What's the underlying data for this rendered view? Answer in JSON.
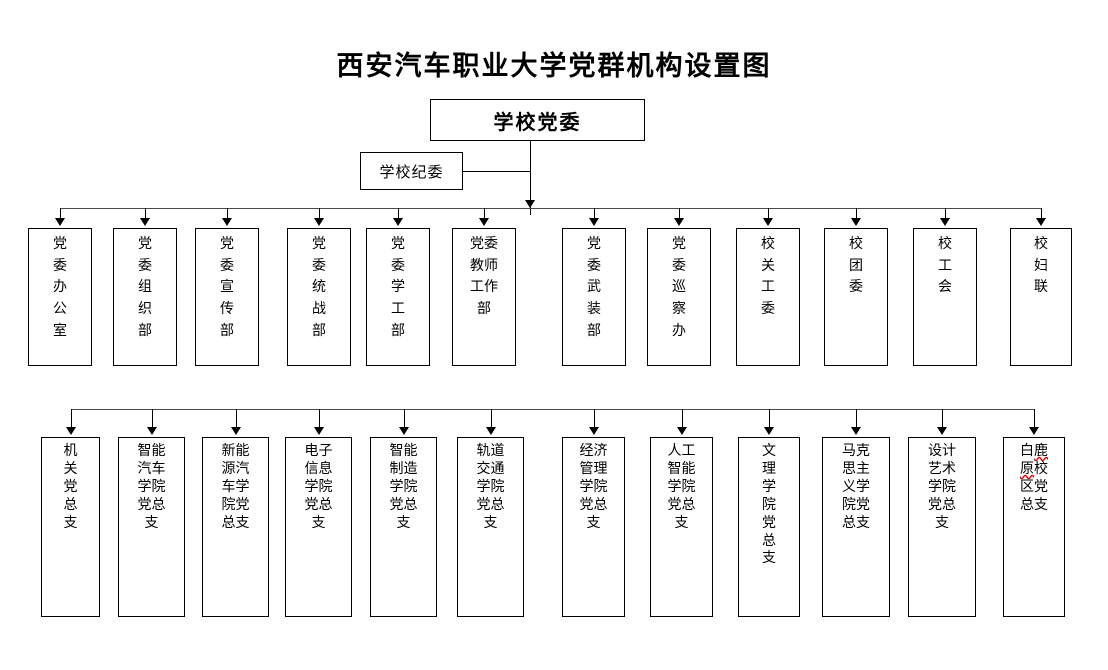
{
  "title": "西安汽车职业大学党群机构设置图",
  "root": {
    "label": "学校党委"
  },
  "aside": {
    "label": "学校纪委"
  },
  "colors": {
    "box_border": "#000000",
    "connector": "#4a4a4a",
    "text": "#000000",
    "spellcheck_underline": "#e00000"
  },
  "row2": {
    "items": [
      {
        "label": "党委办公室",
        "chars_per_line": 1
      },
      {
        "label": "党委组织部",
        "chars_per_line": 1
      },
      {
        "label": "党委宣传部",
        "chars_per_line": 1
      },
      {
        "label": "党委统战部",
        "chars_per_line": 1
      },
      {
        "label": "党委学工部",
        "chars_per_line": 1
      },
      {
        "label": "党委教师工作部",
        "chars_per_line": 2
      },
      {
        "label": "党委武装部",
        "chars_per_line": 1
      },
      {
        "label": "党委巡察办",
        "chars_per_line": 1
      },
      {
        "label": "校关工委",
        "chars_per_line": 1
      },
      {
        "label": "校团委",
        "chars_per_line": 1
      },
      {
        "label": "校工会",
        "chars_per_line": 1
      },
      {
        "label": "校妇联",
        "chars_per_line": 1
      }
    ]
  },
  "row3": {
    "items": [
      {
        "label": "机关党总支",
        "chars_per_line": 1
      },
      {
        "label": "智能汽车学院党总支",
        "chars_per_line": 2
      },
      {
        "label": "新能源汽车学院党总支",
        "chars_per_line": 2
      },
      {
        "label": "电子信息学院党总支",
        "chars_per_line": 2
      },
      {
        "label": "智能制造学院党总支",
        "chars_per_line": 2
      },
      {
        "label": "轨道交通学院党总支",
        "chars_per_line": 2
      },
      {
        "label": "经济管理学院党总支",
        "chars_per_line": 2
      },
      {
        "label": "人工智能学院党总支",
        "chars_per_line": 2
      },
      {
        "label": "文理学院党总支",
        "chars_per_line": 1
      },
      {
        "label": "马克思主义学院党总支",
        "chars_per_line": 2
      },
      {
        "label": "设计艺术学院党总支",
        "chars_per_line": 2
      },
      {
        "label": "白鹿原校区党总支",
        "chars_per_line": 2
      }
    ]
  }
}
